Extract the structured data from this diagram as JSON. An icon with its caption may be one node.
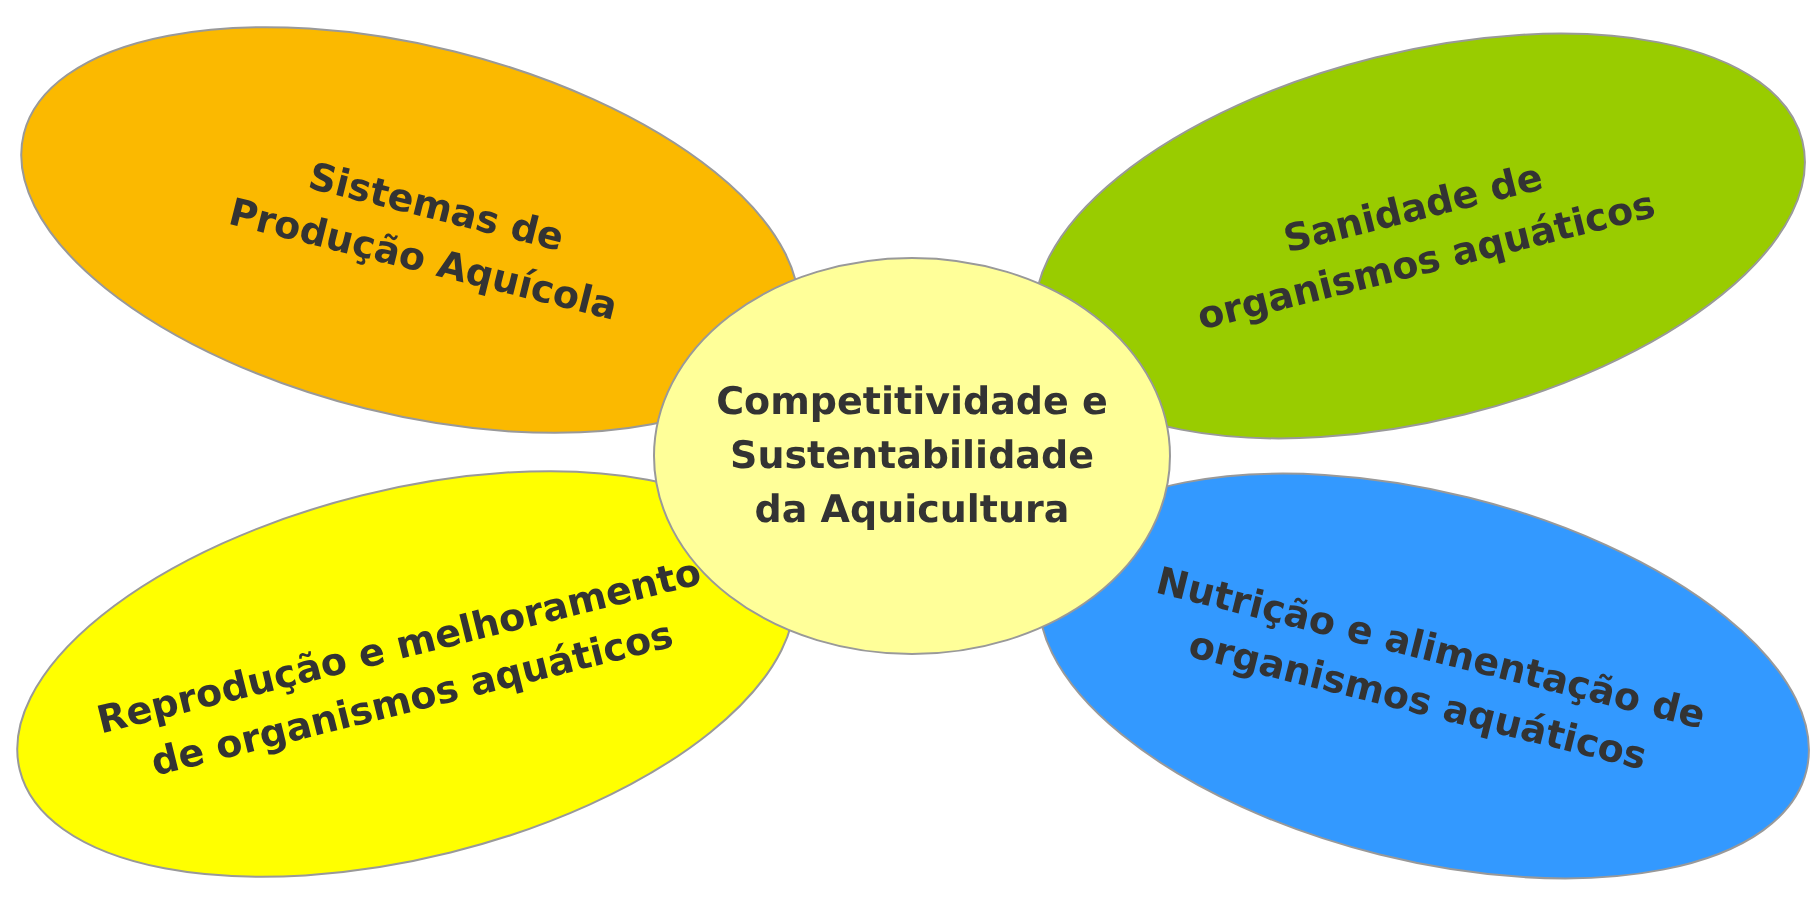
{
  "diagram": {
    "nodes": [
      {
        "text": [
          "Competitividade e Sustentabilidade da Aquicultura"
        ]
      },
      {
        "text": [
          "Sistemas de Produção Aquícola"
        ]
      },
      {
        "text": [
          "Sanidade de organismos aquáticos"
        ]
      },
      {
        "text": [
          "Reprodução e melhoramento de organismos aquáticos"
        ]
      },
      {
        "text": [
          "Nutrição e alimentação de organismos aquáticos"
        ]
      }
    ]
  }
}
